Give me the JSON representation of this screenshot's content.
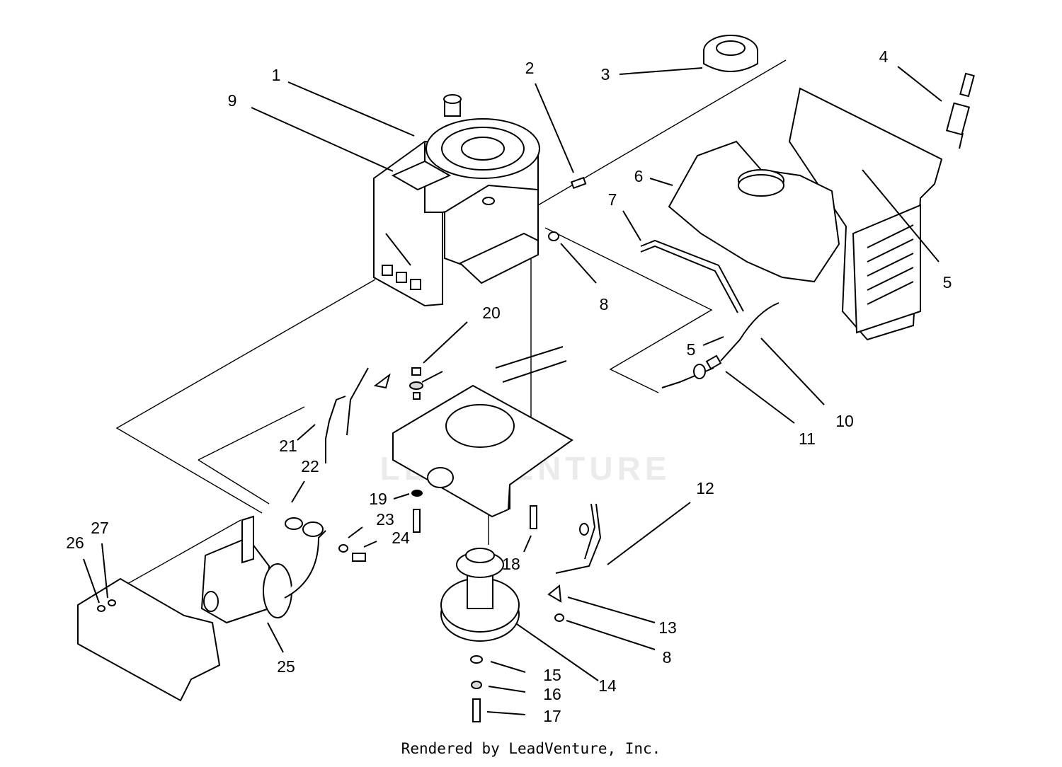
{
  "watermark": "LEADVENTURE",
  "footer": "Rendered by LeadVenture, Inc.",
  "callouts": [
    {
      "id": "c1",
      "label": "1"
    },
    {
      "id": "c2",
      "label": "2"
    },
    {
      "id": "c3",
      "label": "3"
    },
    {
      "id": "c4",
      "label": "4"
    },
    {
      "id": "c5a",
      "label": "5"
    },
    {
      "id": "c5b",
      "label": "5"
    },
    {
      "id": "c6",
      "label": "6"
    },
    {
      "id": "c7",
      "label": "7"
    },
    {
      "id": "c8a",
      "label": "8"
    },
    {
      "id": "c8b",
      "label": "8"
    },
    {
      "id": "c9",
      "label": "9"
    },
    {
      "id": "c10",
      "label": "10"
    },
    {
      "id": "c11",
      "label": "11"
    },
    {
      "id": "c12",
      "label": "12"
    },
    {
      "id": "c13",
      "label": "13"
    },
    {
      "id": "c14",
      "label": "14"
    },
    {
      "id": "c15",
      "label": "15"
    },
    {
      "id": "c16",
      "label": "16"
    },
    {
      "id": "c17",
      "label": "17"
    },
    {
      "id": "c18",
      "label": "18"
    },
    {
      "id": "c19",
      "label": "19"
    },
    {
      "id": "c20",
      "label": "20"
    },
    {
      "id": "c21",
      "label": "21"
    },
    {
      "id": "c22",
      "label": "22"
    },
    {
      "id": "c23",
      "label": "23"
    },
    {
      "id": "c24",
      "label": "24"
    },
    {
      "id": "c25",
      "label": "25"
    },
    {
      "id": "c26",
      "label": "26"
    },
    {
      "id": "c27",
      "label": "27"
    }
  ]
}
